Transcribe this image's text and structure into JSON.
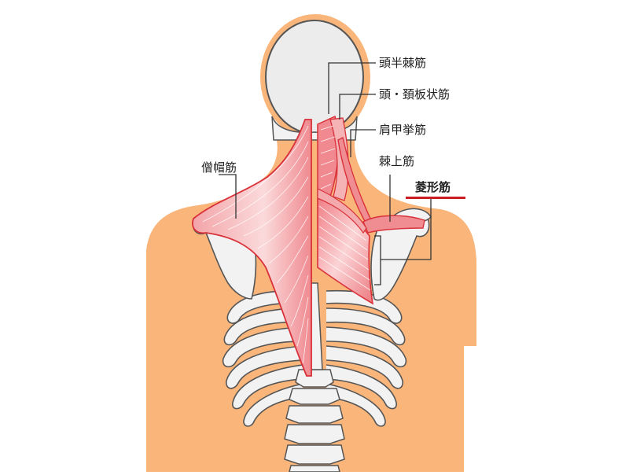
{
  "labels": {
    "semispinalis_capitis": "頭半棘筋",
    "splenius": "頭・頚板状筋",
    "levator_scapulae": "肩甲挙筋",
    "supraspinatus": "棘上筋",
    "rhomboid": "菱形筋",
    "trapezius": "僧帽筋"
  },
  "colors": {
    "skin": "#f9b57a",
    "head": "#ececec",
    "bone": "#f2f2f2",
    "outline": "#555555",
    "muscle": "#ef8f94",
    "muscle_light": "#f8c9cb",
    "muscle_edge": "#d9313a",
    "highlight": "#cc1d24"
  }
}
